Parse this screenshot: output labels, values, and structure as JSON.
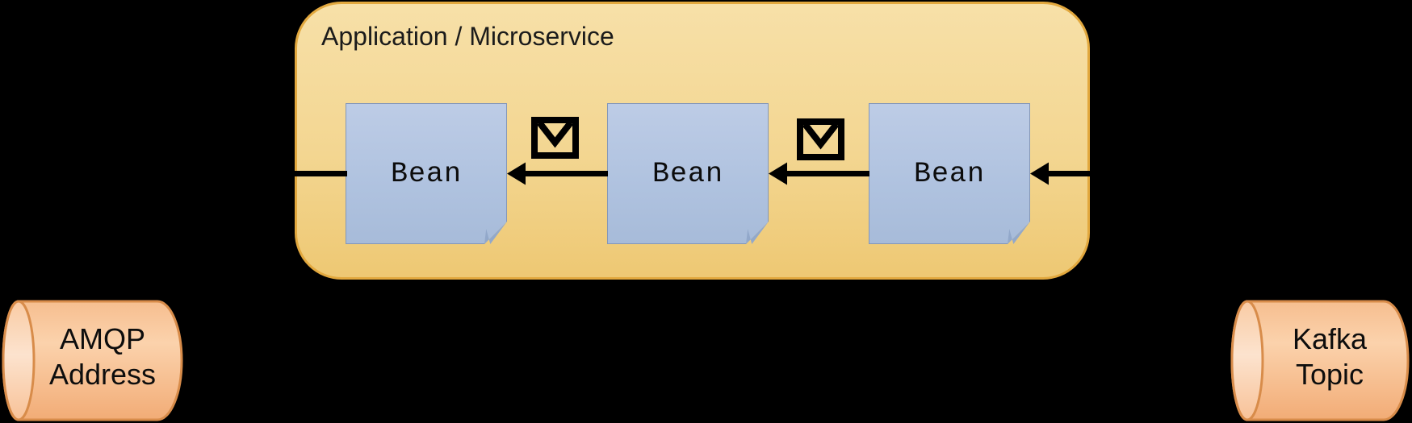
{
  "diagram": {
    "container": {
      "label": "Application / Microservice"
    },
    "beans": [
      {
        "label": "Bean"
      },
      {
        "label": "Bean"
      },
      {
        "label": "Bean"
      }
    ],
    "envelopes": [
      {
        "icon": "message-envelope-icon"
      },
      {
        "icon": "message-envelope-icon"
      }
    ],
    "queues": [
      {
        "line1": "AMQP",
        "line2": "Address"
      },
      {
        "line1": "Kafka",
        "line2": "Topic"
      }
    ],
    "flow": {
      "direction": "right-to-left",
      "description": "Kafka Topic -> Bean -> Bean -> Bean -> AMQP Address"
    },
    "colors": {
      "background": "#000000",
      "container_fill_top": "#F7E0A8",
      "container_fill_bottom": "#EEC873",
      "container_border": "#E2A83E",
      "bean_fill_top": "#BDCCE6",
      "bean_fill_bottom": "#A7BBD9",
      "bean_border": "#8497B8",
      "bean_fold": "#92A8CA",
      "cylinder_fill": "#F9C9A0",
      "cylinder_cap": "#FBDCC2",
      "cylinder_border": "#D88C4A",
      "arrow": "#000000",
      "text": "#111111"
    }
  }
}
